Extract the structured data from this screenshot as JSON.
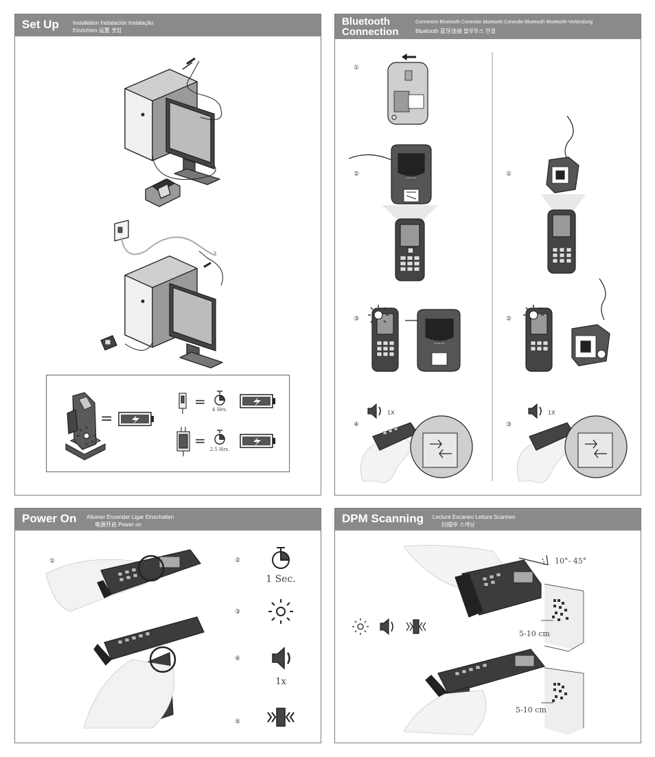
{
  "setup": {
    "title": "Set Up",
    "sub_line1": "Installation  Instalación  Instalação",
    "sub_line2": "Einrichten   设置  셋업",
    "charge_box": {
      "usb_time": "4 Hrs.",
      "ac_time": "2.5 Hrs."
    }
  },
  "bluetooth": {
    "title_line1": "Bluetooth",
    "title_line2": "Connection",
    "sub_line1": "Connexion Bluetooth   Conexión bluetooth   Conexão Bluetooth   Bluetooth-Verbindung",
    "sub_line2": "Bluetooth   蓝牙连接   블루투스 연결",
    "left_steps": [
      "①",
      "②",
      "③",
      "④"
    ],
    "right_steps": [
      "①",
      "②",
      "③"
    ],
    "beep_count_left": "1X",
    "beep_count_right": "1X"
  },
  "power_on": {
    "title": "Power On",
    "sub_line1": "Allumer  Encender  Ligar  Einschalten",
    "sub_line2": "电源开启   Power on",
    "steps": [
      "①",
      "②",
      "③",
      "④",
      "⑤"
    ],
    "hold_time": "1 Sec.",
    "beep_count": "1x"
  },
  "dpm": {
    "title": "DPM Scanning",
    "sub_line1": "Lecture  Escaneo  Leitura  Scannen",
    "sub_line2": "扫描中   스캐닝",
    "angle": "10°- 45°",
    "distance_top": "5-10 cm",
    "distance_bottom": "5-10 cm"
  },
  "colors": {
    "header_bg": "#8a8a8a",
    "device_dark": "#3c3c3c",
    "device_mid": "#6a6a6a",
    "device_light": "#d8d8d8",
    "outline": "#222222"
  }
}
